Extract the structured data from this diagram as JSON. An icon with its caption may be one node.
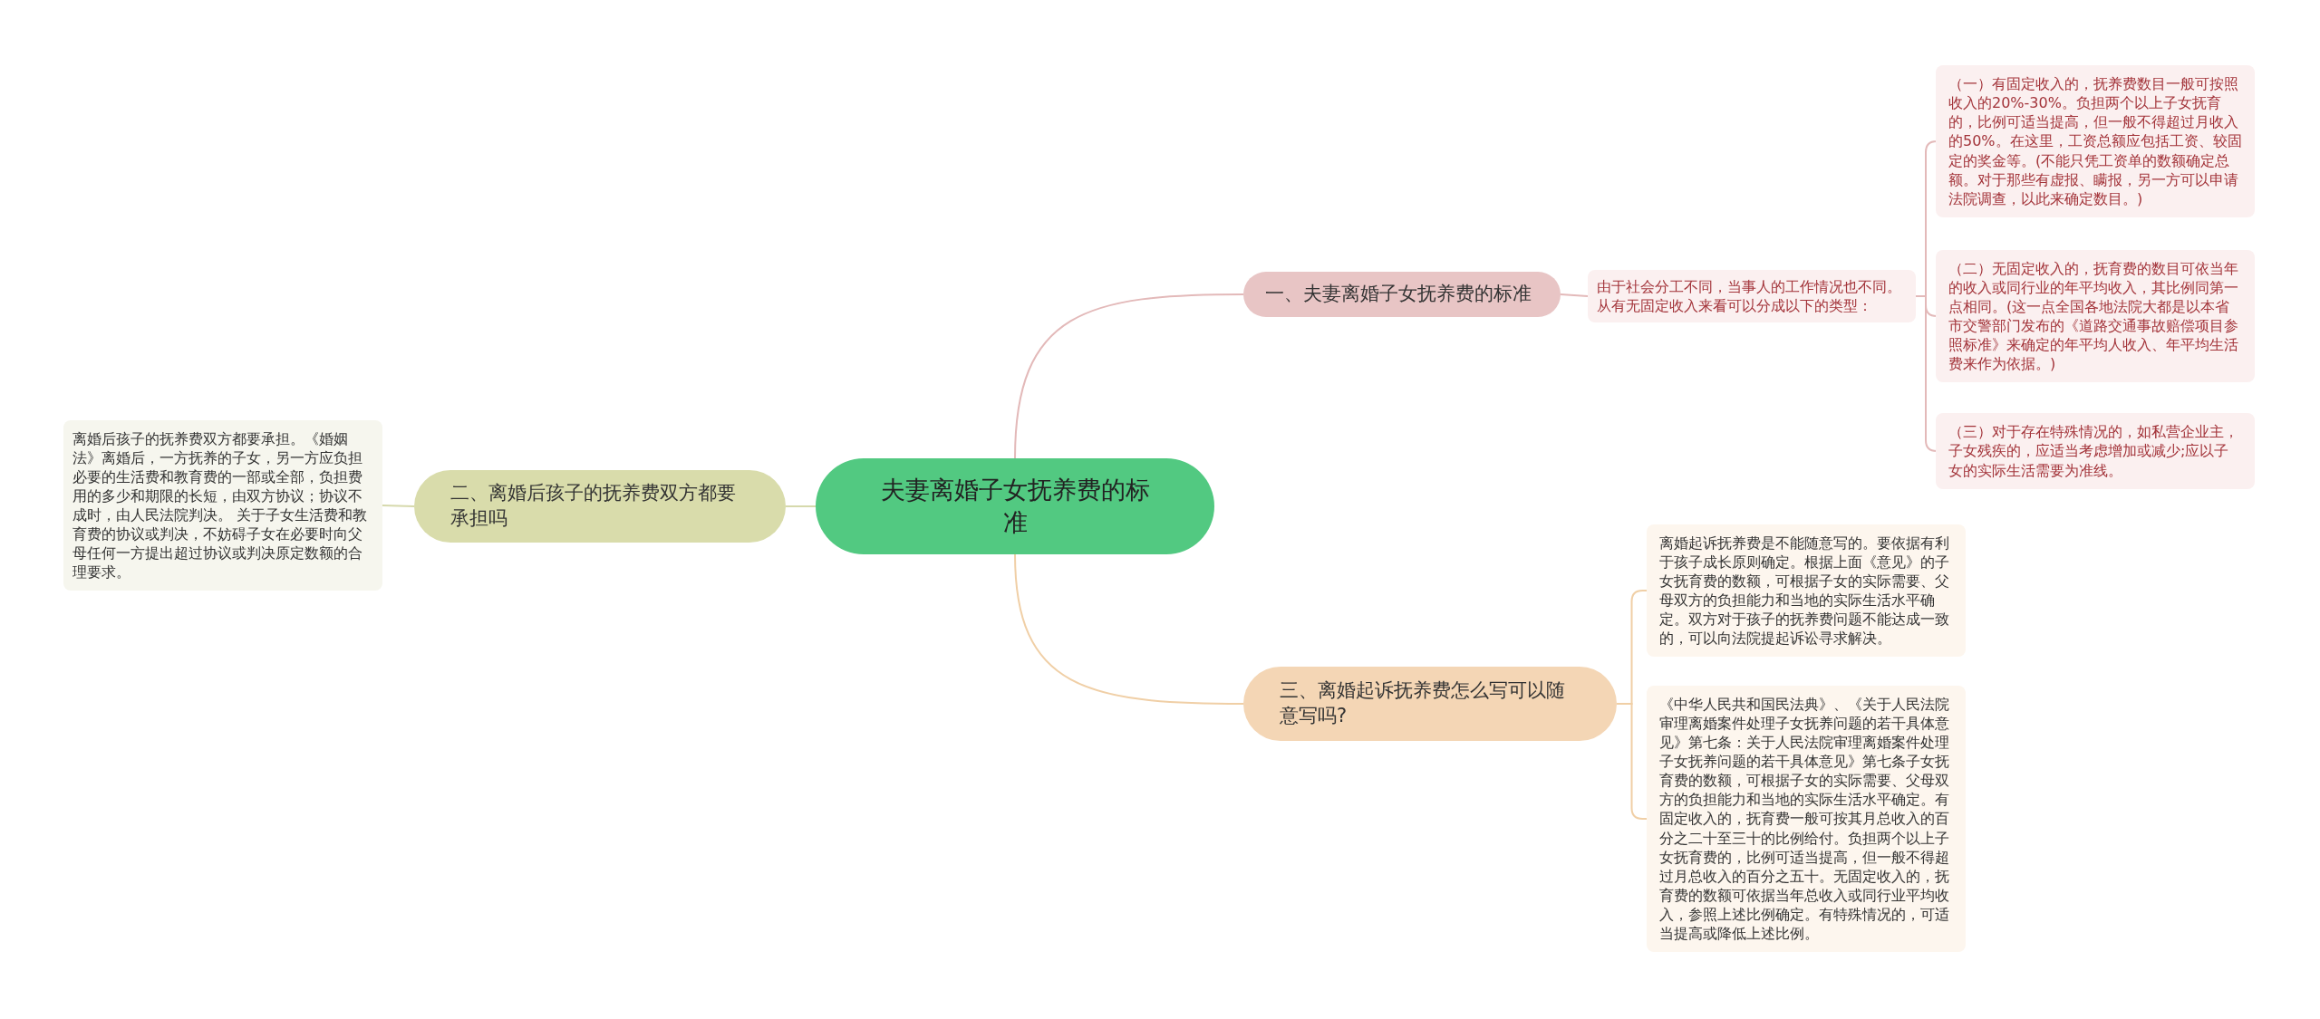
{
  "diagram": {
    "nodes": [
      {
        "text": [
          "夫妻离婚子女抚养费的标准"
        ]
      },
      {
        "text": [
          "一、夫妻离婚子女抚养费的标准"
        ]
      },
      {
        "text": [
          "由于社会分工不同，当事人的工作情况也不同。从有无固定收入来看可以分成以下的类型："
        ]
      },
      {
        "text": [
          "（一）有固定收入的，抚养费数目一般可按照收入的20%-30%。负担两个以上子女抚育的，比例可适当提高，但一般不得超过月收入的50%。在这里，工资总额应包括工资、较固定的奖金等。(不能只凭工资单的数额确定总额。对于那些有虚报、瞒报，另一方可以申请法院调查，以此来确定数目。)"
        ]
      },
      {
        "text": [
          "（二）无固定收入的，抚育费的数目可依当年的收入或同行业的年平均收入，其比例同第一点相同。(这一点全国各地法院大都是以本省市交警部门发布的《道路交通事故赔偿项目参照标准》来确定的年平均人收入、年平均生活费来作为依据。)"
        ]
      },
      {
        "text": [
          "（三）对于存在特殊情况的，如私营企业主，子女残疾的，应适当考虑增加或减少;应以子女的实际生活需要为准线。"
        ]
      },
      {
        "text": [
          "二、离婚后孩子的抚养费双方都要承担吗"
        ]
      },
      {
        "text": [
          "离婚后孩子的抚养费双方都要承担。《婚姻法》离婚后，一方抚养的子女，另一方应负担必要的生活费和教育费的一部或全部，负担费用的多少和期限的长短，由双方协议；协议不成时，由人民法院判决。 关于子女生活费和教育费的协议或判决，不妨碍子女在必要时向父母任何一方提出超过协议或判决原定数额的合理要求。"
        ]
      },
      {
        "text": [
          "三、离婚起诉抚养费怎么写可以随意写吗?"
        ]
      },
      {
        "text": [
          "离婚起诉抚养费是不能随意写的。要依据有利于孩子成长原则确定。根据上面《意见》的子女抚育费的数额，可根据子女的实际需要、父母双方的负担能力和当地的实际生活水平确定。双方对于孩子的抚养费问题不能达成一致的，可以向法院提起诉讼寻求解决。"
        ]
      },
      {
        "text": [
          "《中华人民共和国民法典》、《关于人民法院审理离婚案件处理子女抚养问题的若干具体意见》第七条：关于人民法院审理离婚案件处理子女抚养问题的若干具体意见》第七条子女抚育费的数额，可根据子女的实际需要、父母双方的负担能力和当地的实际生活水平确定。有固定收入的，抚育费一般可按其月总收入的百分之二十至三十的比例给付。负担两个以上子女抚育费的，比例可适当提高，但一般不得超过月总收入的百分之五十。无固定收入的，抚育费的数额可依据当年总收入或同行业平均收入，参照上述比例确定。有特殊情况的，可适当提高或降低上述比例。"
        ]
      }
    ],
    "edges": [
      {
        "from": 0,
        "to": 1,
        "arrow": "none",
        "color": "#e3b9b9"
      },
      {
        "from": 0,
        "to": 6,
        "arrow": "none",
        "color": "#d6d9ac"
      },
      {
        "from": 0,
        "to": 8,
        "arrow": "none",
        "color": "#f0cfa6"
      },
      {
        "from": 1,
        "to": 2,
        "arrow": "none",
        "color": "#e3b9b9"
      },
      {
        "from": 2,
        "to": 3,
        "arrow": "none",
        "color": "#e3b9b9"
      },
      {
        "from": 2,
        "to": 4,
        "arrow": "none",
        "color": "#e3b9b9"
      },
      {
        "from": 2,
        "to": 5,
        "arrow": "none",
        "color": "#e3b9b9"
      },
      {
        "from": 6,
        "to": 7,
        "arrow": "none",
        "color": "#d6d9ac"
      },
      {
        "from": 8,
        "to": 9,
        "arrow": "none",
        "color": "#f0cfa6"
      },
      {
        "from": 8,
        "to": 10,
        "arrow": "none",
        "color": "#f0cfa6"
      }
    ]
  }
}
